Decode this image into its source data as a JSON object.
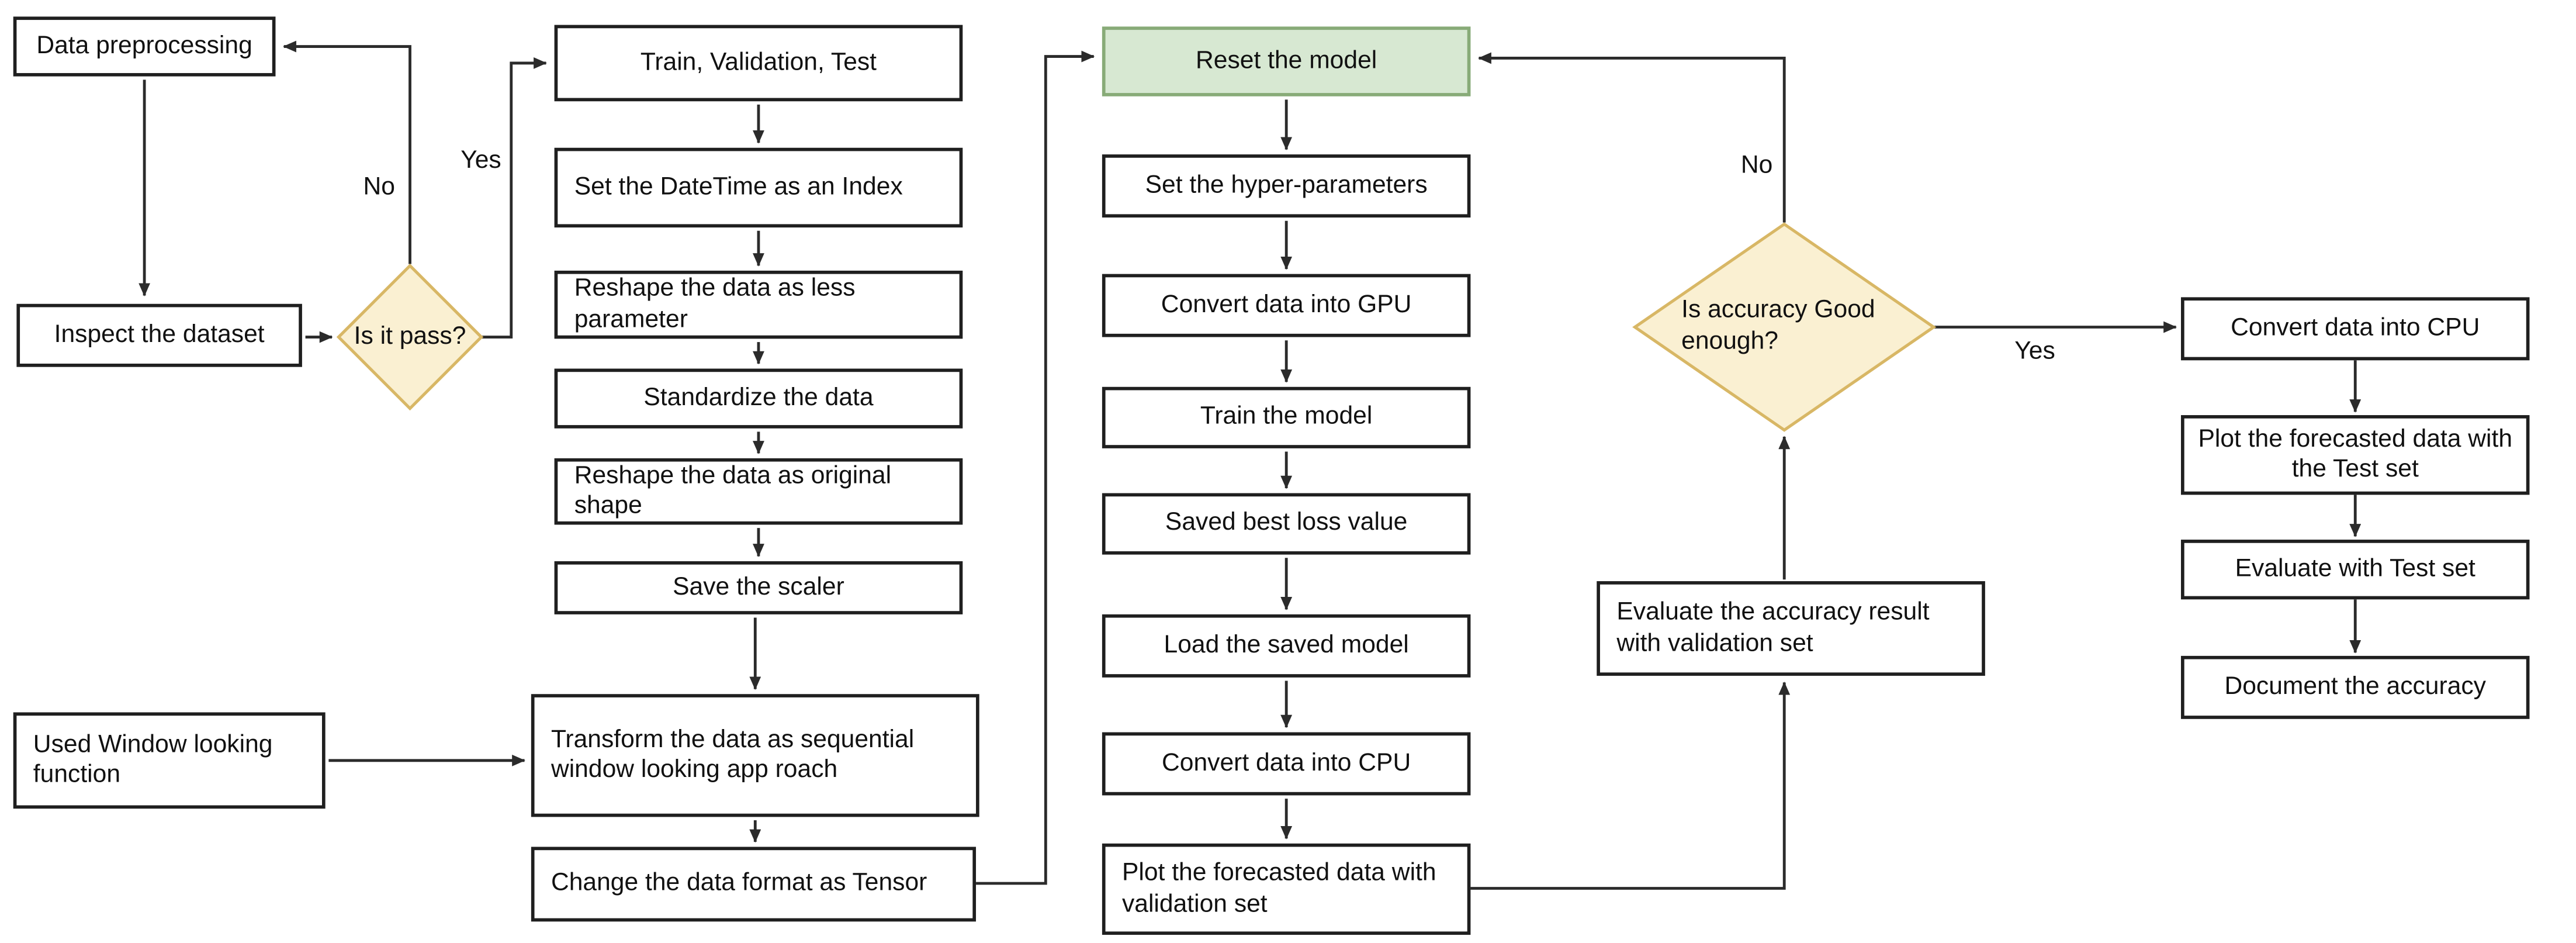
{
  "title": "LSTM forecasting workflow flowchart",
  "nodes": {
    "data_preprocessing": "Data preprocessing",
    "inspect_dataset": "Inspect the dataset",
    "is_it_pass": "Is it pass?",
    "train_validation_test": "Train, Validation, Test",
    "set_datetime": "Set the DateTime as an Index",
    "reshape_less": "Reshape the data as less parameter",
    "standardize": "Standardize the data",
    "reshape_original": "Reshape the data as original shape",
    "save_scaler": "Save the scaler",
    "used_window": "Used Window looking function",
    "transform_window": "Transform the data as sequential window looking app roach",
    "change_tensor": "Change the data format as Tensor",
    "reset_model": "Reset the model",
    "set_hyper": "Set the hyper-parameters",
    "convert_gpu": "Convert data into GPU",
    "train_model": "Train the model",
    "saved_loss": "Saved best loss value",
    "load_model": "Load the saved model",
    "convert_cpu": "Convert data into CPU",
    "plot_validation": "Plot the forecasted data with validation set",
    "is_accuracy": "Is accuracy Good enough?",
    "evaluate_validation": "Evaluate the accuracy result with validation set",
    "convert_cpu2": "Convert data into CPU",
    "plot_test": "Plot the forecasted data with the Test set",
    "evaluate_test": "Evaluate with Test set",
    "document_accuracy": "Document the accuracy"
  },
  "labels": {
    "no1": "No",
    "yes1": "Yes",
    "no2": "No",
    "yes2": "Yes"
  },
  "colors": {
    "decision_fill": "#faf0d2",
    "decision_border": "#d8b765",
    "reset_fill": "#d7e8d2",
    "reset_border": "#88ab78",
    "line": "#2b2b2b",
    "box_border": "#1f1f1f",
    "text": "#111111",
    "bg": "#ffffff"
  }
}
